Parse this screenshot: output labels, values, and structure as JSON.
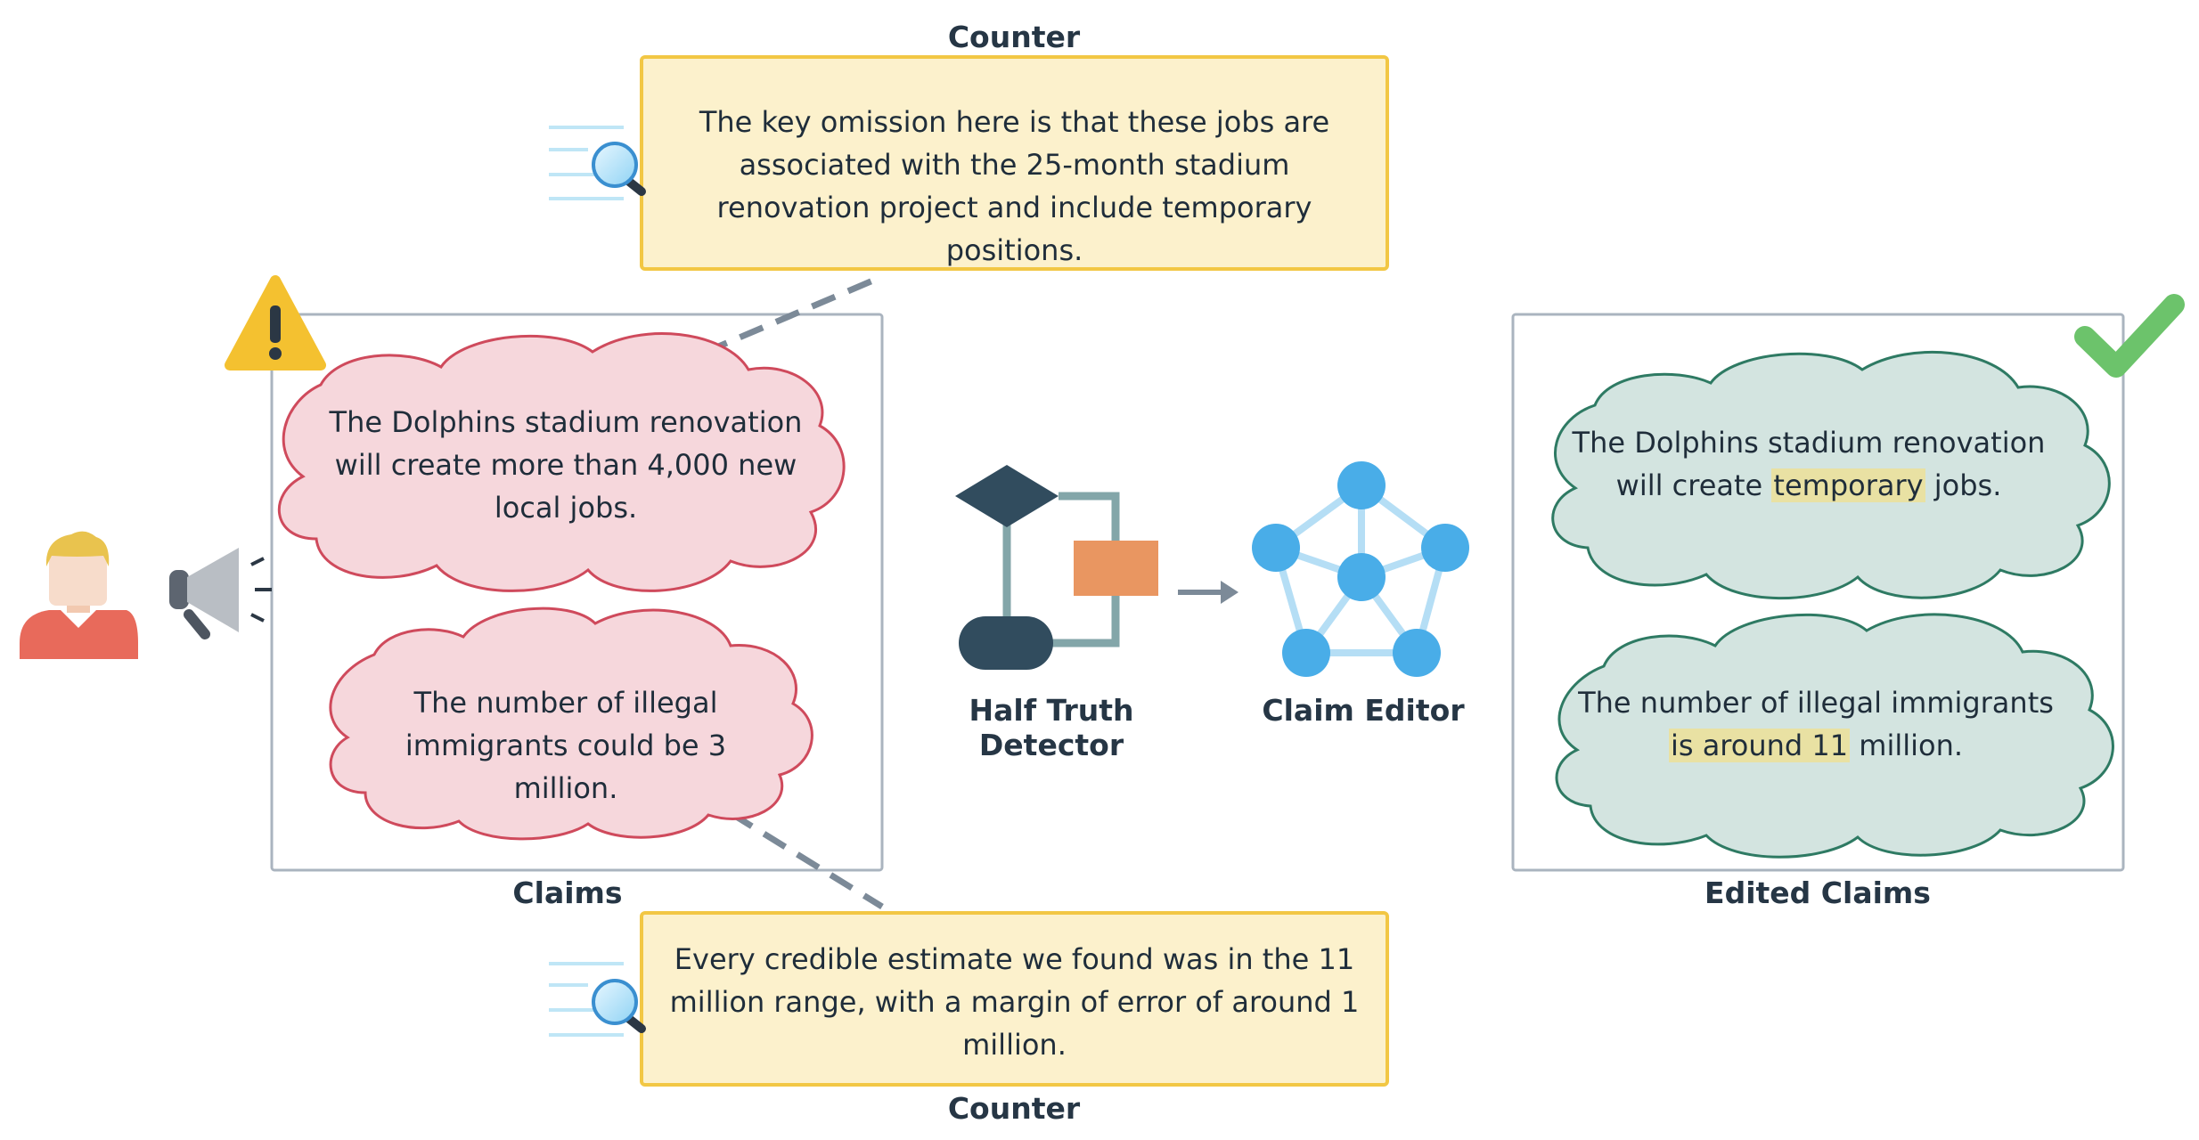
{
  "counter_top": {
    "title": "Counter",
    "text": "The key omission here is that these jobs are associated with the 25-month stadium renovation project and include temporary positions."
  },
  "counter_bottom": {
    "title": "Counter",
    "text": "Every credible estimate we found was in the 11 million range, with a margin of error of around 1 million."
  },
  "claims": {
    "label": "Claims",
    "claim_1": "The Dolphins stadium renovation will create more than 4,000 new local jobs.",
    "claim_2": "The number of illegal immigrants could be 3 million."
  },
  "pipeline": {
    "detector_label": "Half Truth Detector",
    "editor_label": "Claim Editor"
  },
  "edited_claims": {
    "label": "Edited Claims",
    "claim_1": {
      "pre": "The Dolphins stadium renovation will create ",
      "highlight": "temporary",
      "post": " jobs."
    },
    "claim_2": {
      "pre": "The number of illegal immigrants ",
      "highlight": "is around 11",
      "post": " million."
    }
  },
  "colors": {
    "counter_fill": "#fcf1cc",
    "counter_border": "#f2c744",
    "claim_fill": "#f6d7dc",
    "claim_border": "#cf4a5c",
    "edited_fill": "#d3e4e0",
    "edited_border": "#2e7a63",
    "highlight": "#e9e1a3",
    "warning": "#f4c130",
    "check": "#6cc36b"
  },
  "icons": [
    "person-icon",
    "megaphone-icon",
    "warning-icon",
    "magnifier-icon",
    "flowchart-icon",
    "network-icon",
    "checkmark-icon",
    "arrow-icon"
  ]
}
